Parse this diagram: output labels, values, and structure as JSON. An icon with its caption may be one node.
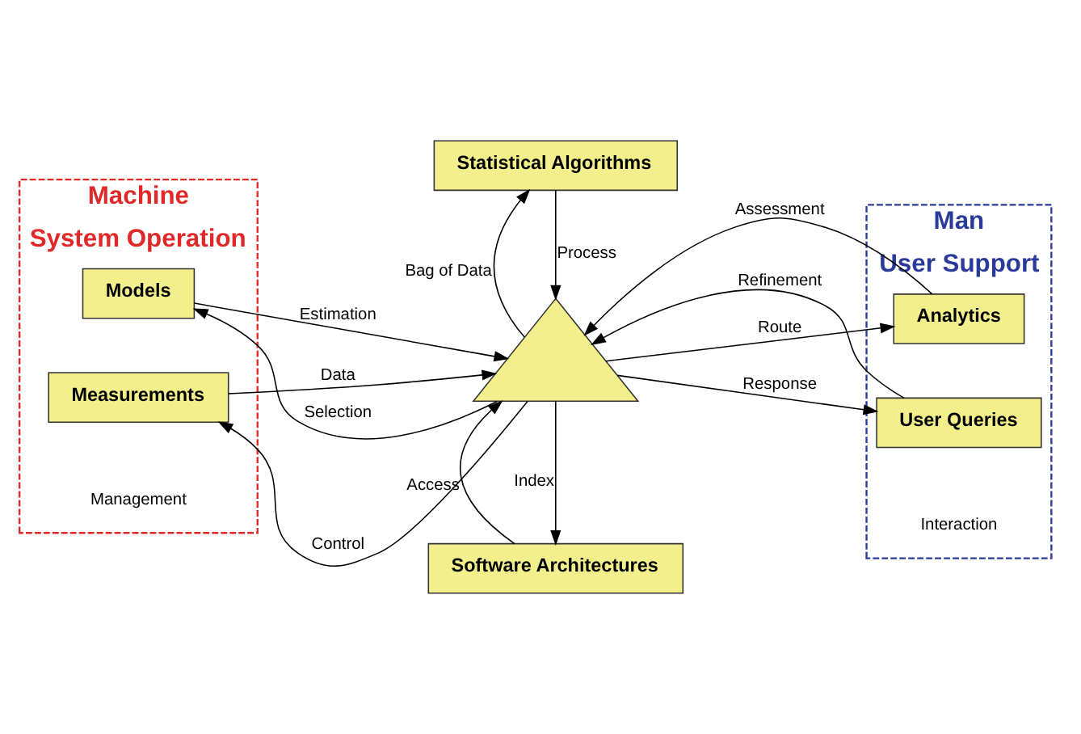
{
  "diagram": {
    "nodes": [
      {
        "text": [
          "Machine",
          "System Operation"
        ]
      },
      {
        "text": [
          "Man",
          "User Support"
        ]
      },
      {
        "text": [
          "Statistical Algorithms"
        ]
      },
      {
        "text": [
          "Models"
        ],
        "in": 0
      },
      {
        "text": [
          "Analytics"
        ],
        "in": 1
      },
      {
        "text": [
          "Measurements"
        ],
        "in": 0
      },
      {
        "text": [
          "User Queries"
        ],
        "in": 1
      },
      {
        "text": [],
        "shape": "triangle"
      },
      {
        "text": [
          "Software Architectures"
        ]
      }
    ],
    "edges": [
      {
        "from": 2,
        "to": 7,
        "arrow": "to",
        "label": "Process"
      },
      {
        "from": 7,
        "to": 2,
        "arrow": "to",
        "label": "Bag of Data"
      },
      {
        "from": 3,
        "to": 7,
        "arrow": "to",
        "label": "Estimation"
      },
      {
        "from": 7,
        "to": 3,
        "arrow": "to",
        "label": "Selection"
      },
      {
        "from": 4,
        "to": 7,
        "arrow": "to",
        "label": "Assessment"
      },
      {
        "from": 7,
        "to": 4,
        "arrow": "to",
        "label": "Route"
      },
      {
        "from": 7,
        "to": 5,
        "arrow": "to",
        "label": "Control"
      },
      {
        "from": 5,
        "to": 7,
        "arrow": "to",
        "label": "Data"
      },
      {
        "from": 7,
        "to": 6,
        "arrow": "to",
        "label": "Response"
      },
      {
        "from": 6,
        "to": 7,
        "arrow": "to",
        "label": "Refinement"
      },
      {
        "from": 7,
        "to": 8,
        "arrow": "to",
        "label": "Index"
      },
      {
        "from": 8,
        "to": 7,
        "arrow": "to",
        "label": "Access"
      }
    ],
    "labels": [
      "Management",
      "Interaction"
    ]
  }
}
